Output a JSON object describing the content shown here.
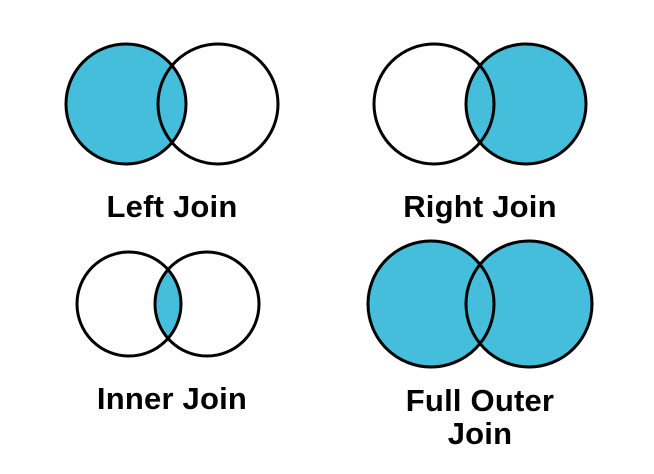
{
  "figure": {
    "background_color": "#ffffff",
    "fill_color": "#45bedb",
    "stroke_color": "#000000",
    "empty_color": "#ffffff",
    "stroke_width": 3
  },
  "diagrams": [
    {
      "id": "left-join",
      "label": "Left Join",
      "highlight": "left-circle-and-intersection",
      "left_circle_filled": true,
      "right_circle_filled": false,
      "intersection_filled": true
    },
    {
      "id": "right-join",
      "label": "Right Join",
      "highlight": "right-circle-and-intersection",
      "left_circle_filled": false,
      "right_circle_filled": true,
      "intersection_filled": true
    },
    {
      "id": "inner-join",
      "label": "Inner Join",
      "highlight": "intersection-only",
      "left_circle_filled": false,
      "right_circle_filled": false,
      "intersection_filled": true
    },
    {
      "id": "full-outer-join",
      "label": "Full Outer\nJoin",
      "highlight": "both-circles-and-intersection",
      "left_circle_filled": true,
      "right_circle_filled": true,
      "intersection_filled": true
    }
  ]
}
